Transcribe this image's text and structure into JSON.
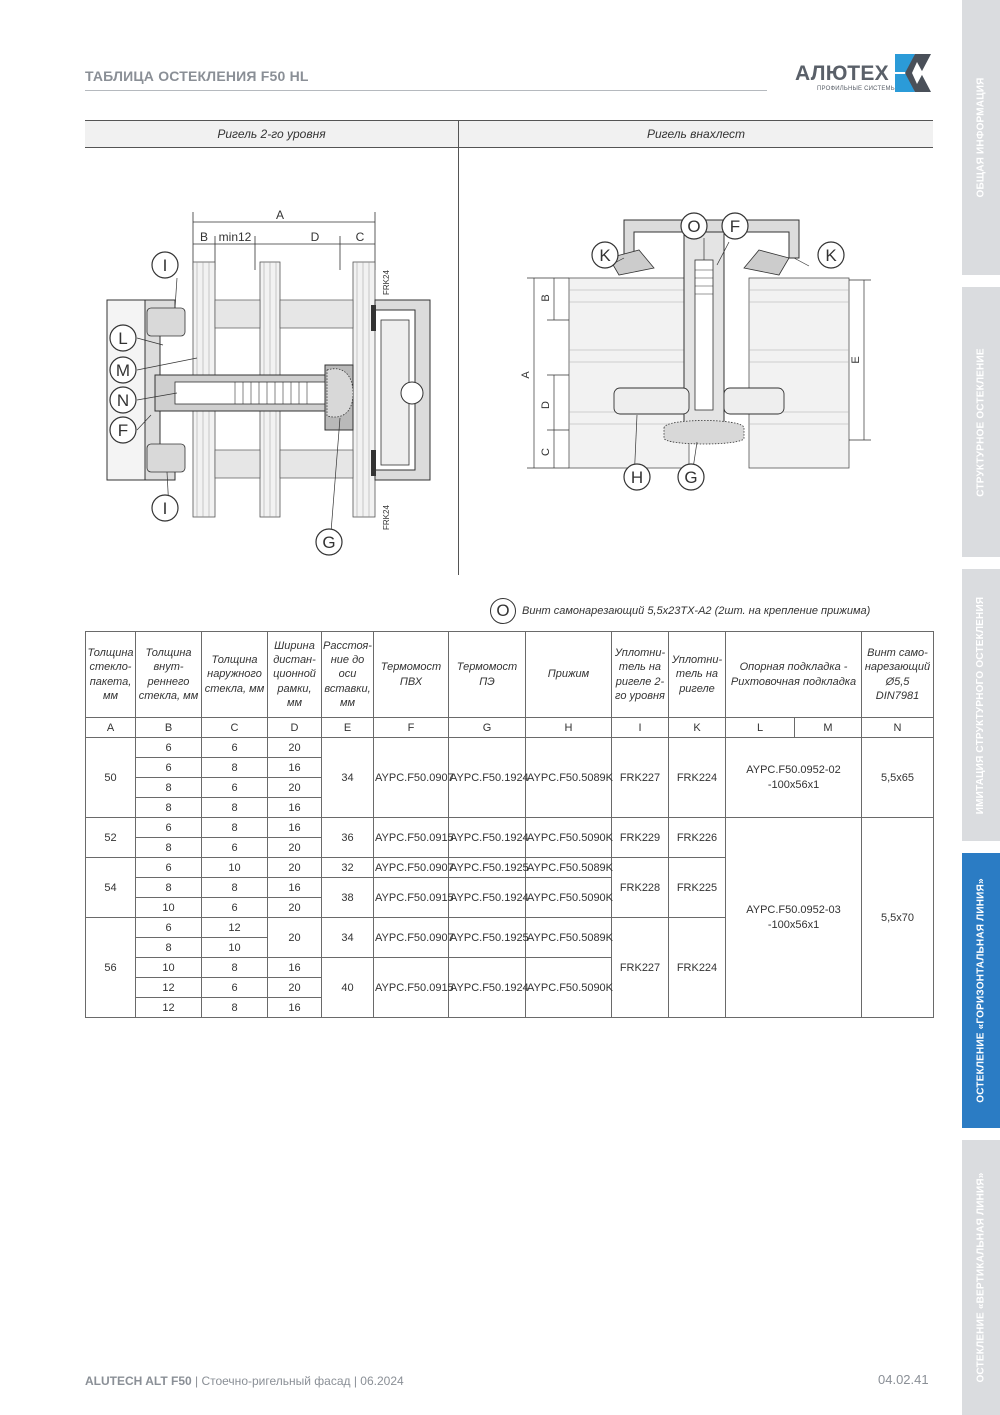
{
  "header": {
    "title": "ТАБЛИЦА ОСТЕКЛЕНИЯ F50 HL",
    "logo_name": "АЛЮТЕХ",
    "logo_sub": "ПРОФИЛЬНЫЕ СИСТЕМЫ",
    "colors": {
      "logo_dark": "#4a5059",
      "logo_blue": "#2b9bd8",
      "accent": "#2b7cc4"
    }
  },
  "side_tabs": [
    {
      "label": "ОБЩАЯ ИНФОРМАЦИЯ",
      "active": false
    },
    {
      "label": "СТРУКТУРНОЕ ОСТЕКЛЕНИЕ",
      "active": false
    },
    {
      "label": "ИМИТАЦИЯ СТРУКТУРНОГО ОСТЕКЛЕНИЯ",
      "active": false
    },
    {
      "label": "ОСТЕКЛЕНИЕ «ГОРИЗОНТАЛЬНАЯ ЛИНИЯ»",
      "active": true
    },
    {
      "label": "ОСТЕКЛЕНИЕ «ВЕРТИКАЛЬНАЯ ЛИНИЯ»",
      "active": false
    }
  ],
  "drawings": {
    "left": {
      "title": "Ригель 2-го уровня",
      "dims": {
        "A": "A",
        "B": "B",
        "min": "min12",
        "D": "D",
        "C": "C"
      },
      "seal_label_top": "FRK24",
      "seal_label_bottom": "FRK24",
      "callouts": {
        "I_top": "I",
        "L": "L",
        "M": "M",
        "N": "N",
        "F": "F",
        "I_bottom": "I",
        "G": "G"
      }
    },
    "right": {
      "title": "Ригель внахлест",
      "dims": {
        "B": "B",
        "A": "A",
        "D": "D",
        "C": "C",
        "E": "E"
      },
      "callouts": {
        "K_left": "K",
        "O": "O",
        "F": "F",
        "K_right": "K",
        "H": "H",
        "G": "G"
      }
    }
  },
  "screw_note": {
    "letter": "O",
    "text": "Винт самонарезающий 5,5x23TX-A2 (2шт. на крепление прижима)"
  },
  "table": {
    "headers": [
      "Толщина стекло-пакета, мм",
      "Толщина внут-реннего стекла, мм",
      "Толщина наружного стекла, мм",
      "Ширина дистан-ционной рамки, мм",
      "Расстоя-ние до оси вставки, мм",
      "Термомост ПВХ",
      "Термомост ПЭ",
      "Прижим",
      "Уплотни-тель на ригеле 2-го уровня",
      "Уплотни-тель на ригеле",
      "Опорная подкладка - Рихтовочная подкладка",
      "Винт само-нарезающий Ø5,5 DIN7981"
    ],
    "letters": [
      "A",
      "B",
      "C",
      "D",
      "E",
      "F",
      "G",
      "H",
      "I",
      "K",
      "L",
      "M",
      "N"
    ],
    "cells": {
      "a50": "50",
      "a52": "52",
      "a54": "54",
      "a56": "56",
      "r1": {
        "b": "6",
        "c": "6",
        "d": "20"
      },
      "r2": {
        "b": "6",
        "c": "8",
        "d": "16"
      },
      "r3": {
        "b": "8",
        "c": "6",
        "d": "20"
      },
      "r4": {
        "b": "8",
        "c": "8",
        "d": "16"
      },
      "r5": {
        "b": "6",
        "c": "8",
        "d": "16"
      },
      "r6": {
        "b": "8",
        "c": "6",
        "d": "20"
      },
      "r7": {
        "b": "6",
        "c": "10",
        "d": "20"
      },
      "r8": {
        "b": "8",
        "c": "8",
        "d": "16"
      },
      "r9": {
        "b": "10",
        "c": "6",
        "d": "20"
      },
      "r10": {
        "b": "6",
        "c": "12"
      },
      "r11": {
        "b": "8",
        "c": "10"
      },
      "r12": {
        "b": "10",
        "c": "8",
        "d": "16"
      },
      "r13": {
        "b": "12",
        "c": "6",
        "d": "20"
      },
      "r14": {
        "b": "12",
        "c": "8",
        "d": "16"
      },
      "d56_merged": "20",
      "e50": "34",
      "e52": "36",
      "e54a": "32",
      "e54b": "38",
      "e56a": "34",
      "e56b": "40",
      "f50": "AYPC.F50.0907",
      "f52": "AYPC.F50.0915",
      "f54a": "AYPC.F50.0907",
      "f54b": "AYPC.F50.0915",
      "f56a": "AYPC.F50.0907",
      "f56b": "AYPC.F50.0915",
      "g50": "AYPC.F50.1924",
      "g52": "AYPC.F50.1924",
      "g54a": "AYPC.F50.1925",
      "g54b": "AYPC.F50.1924",
      "g56a": "AYPC.F50.1925",
      "g56b": "AYPC.F50.1924",
      "h50": "AYPC.F50.5089K",
      "h52": "AYPC.F50.5090K",
      "h54a": "AYPC.F50.5089K",
      "h54b": "AYPC.F50.5090K",
      "h56a": "AYPC.F50.5089K",
      "h56b": "AYPC.F50.5090K",
      "i50": "FRK227",
      "i52": "FRK229",
      "i54": "FRK228",
      "i56": "FRK227",
      "k50": "FRK224",
      "k52": "FRK226",
      "k54": "FRK225",
      "k56": "FRK224",
      "lm50": "AYPC.F50.0952-02 -100x56x1",
      "lm_rest": "AYPC.F50.0952-03 -100x56x1",
      "n50": "5,5x65",
      "n_rest": "5,5x70"
    }
  },
  "footer": {
    "brand": "ALUTECH ALT F50",
    "rest": " | Стоечно-ригельный фасад | 06.2024",
    "page": "04.02.41"
  }
}
